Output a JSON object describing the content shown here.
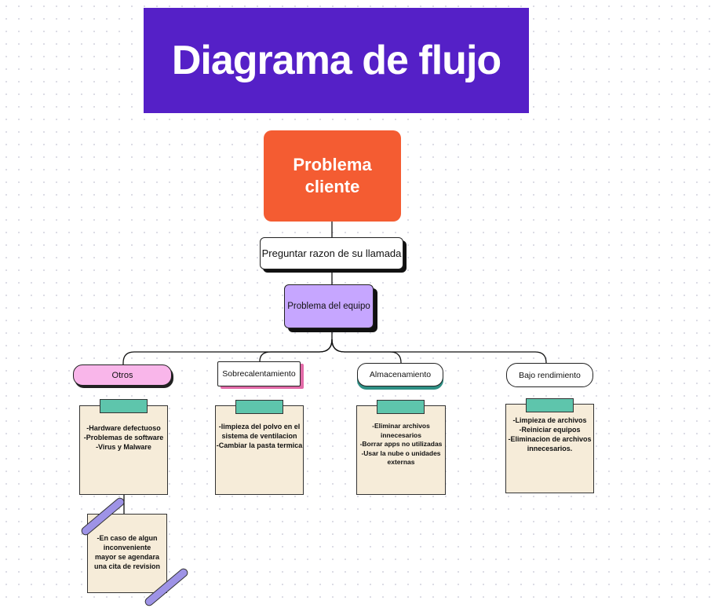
{
  "title": "Diagrama de flujo",
  "root": "Problema cliente",
  "ask": "Preguntar razon de su llamada",
  "problem": "Problema del equipo",
  "categories": [
    {
      "label": "Otros",
      "lines": [
        "-Hardware defectuoso",
        "-Problemas de software",
        "-Virus y Malware"
      ]
    },
    {
      "label": "Sobrecalentamiento",
      "lines": [
        "-limpieza del polvo en el",
        "sistema de ventilacion",
        "-Cambiar la pasta termica"
      ]
    },
    {
      "label": "Almacenamiento",
      "lines": [
        "-Eliminar archivos",
        "innecesarios",
        "-Borrar apps no utilizadas",
        "-Usar la nube o unidades",
        "externas"
      ]
    },
    {
      "label": "Bajo rendimiento",
      "lines": [
        "-Limpieza de archivos",
        "-Reiniciar equipos",
        "-Eliminacion de archivos",
        "innecesarios."
      ]
    }
  ],
  "extra_note": [
    "-En caso de algun",
    "inconveniente",
    "mayor se agendara",
    "una cita de revision"
  ],
  "colors": {
    "title_bg": "#5520c7",
    "root_bg": "#f45c32",
    "problem_bg": "#c6a6ff",
    "otros_bg": "#f9b6ea",
    "tape": "#5ec5ac",
    "note_bg": "#f6ecd9",
    "clip": "#9e93e6"
  }
}
